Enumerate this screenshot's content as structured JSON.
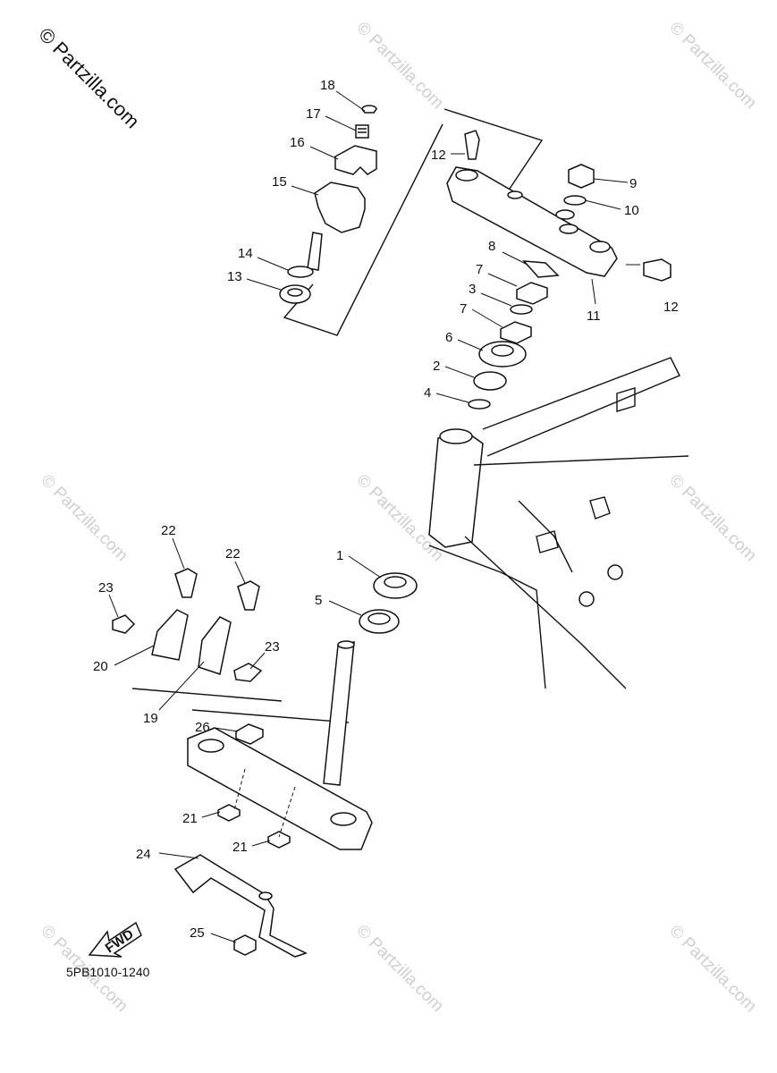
{
  "watermark": {
    "main": "© Partzilla.com",
    "repeat": "© Partzilla.com"
  },
  "diagram_code": "5PB1010-1240",
  "fwd_label": "FWD",
  "callouts": {
    "c18": "18",
    "c17": "17",
    "c16": "16",
    "c15": "15",
    "c14": "14",
    "c13": "13",
    "c12a": "12",
    "c12b": "12",
    "c9": "9",
    "c10": "10",
    "c8": "8",
    "c7a": "7",
    "c3": "3",
    "c7b": "7",
    "c11": "11",
    "c6": "6",
    "c2": "2",
    "c4": "4",
    "c1": "1",
    "c5": "5",
    "c22a": "22",
    "c22b": "22",
    "c23a": "23",
    "c23b": "23",
    "c20": "20",
    "c19": "19",
    "c26": "26",
    "c21a": "21",
    "c21b": "21",
    "c24": "24",
    "c25": "25"
  }
}
